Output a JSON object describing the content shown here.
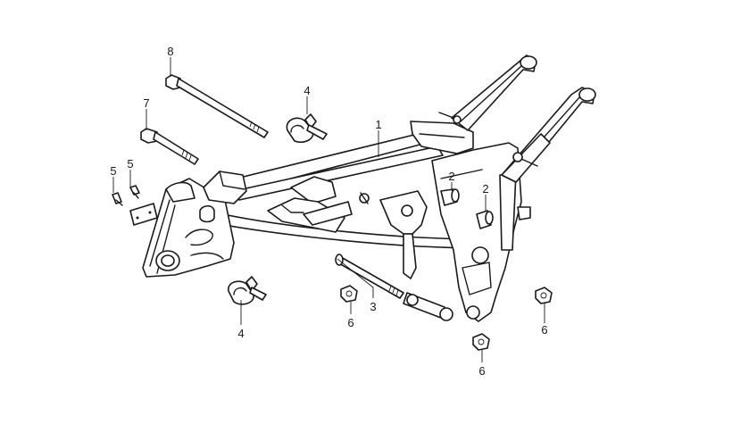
{
  "callouts": {
    "frame_body": "1",
    "bushing_upper": "2",
    "bushing_lower": "2",
    "pivot_bolt": "3",
    "clamp_upper": "4",
    "clamp_lower": "4",
    "screw_left": "5",
    "screw_right": "5",
    "nut_center": "6",
    "nut_lower": "6",
    "nut_right": "6",
    "bolt_long": "7",
    "bolt_top": "8"
  },
  "colors": {
    "ink": "#1a1a1a",
    "background": "#ffffff"
  }
}
